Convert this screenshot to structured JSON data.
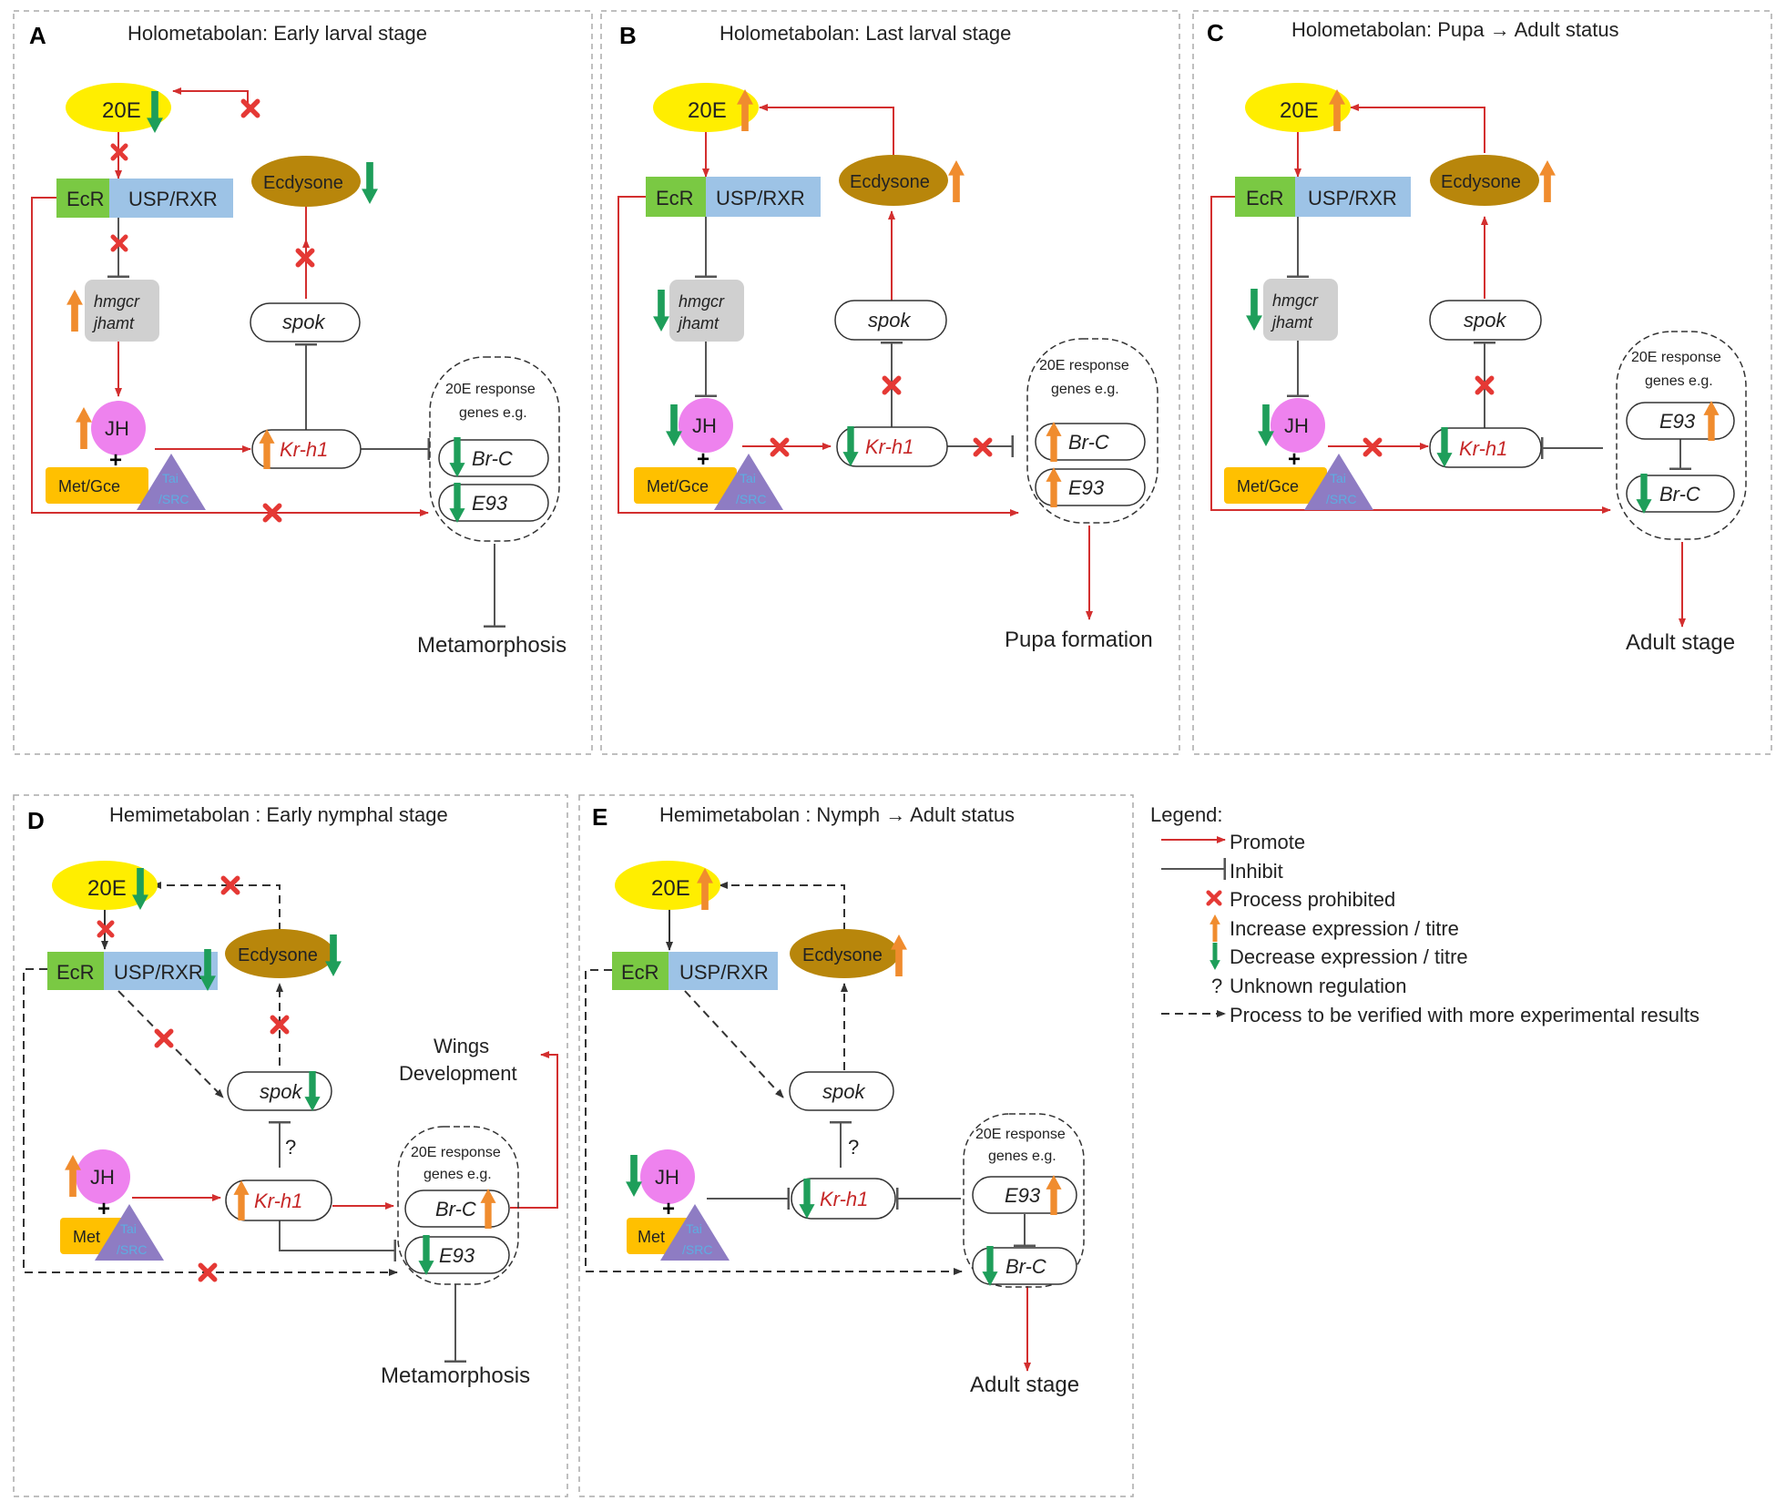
{
  "panels": [
    {
      "letter": "A",
      "title": "Holometabolan:  Early larval stage"
    },
    {
      "letter": "B",
      "title": "Holometabolan:  Last larval stage"
    },
    {
      "letter": "C",
      "title": "Holometabolan: Pupa → Adult status"
    },
    {
      "letter": "D",
      "title": "Hemimetabolan : Early nymphal stage"
    },
    {
      "letter": "E",
      "title": "Hemimetabolan : Nymph → Adult status"
    }
  ],
  "labels": {
    "e20": "20E",
    "ecr": "EcR",
    "usp": "USP/RXR",
    "ecdysone": "Ecdysone",
    "hmgcr": "hmgcr",
    "jhamt": "jhamt",
    "spok": "spok",
    "jh": "JH",
    "metgce": "Met/Gce",
    "met": "Met",
    "tai": "Tai",
    "src": "/SRC",
    "plus": "+",
    "krh1": "Kr-h1",
    "brc": "Br-C",
    "e93": "E93",
    "resp1": "20E response",
    "resp2": "genes e.g.",
    "question": "?"
  },
  "outcomes": {
    "a": "Metamorphosis",
    "b": "Pupa formation",
    "c": "Adult stage",
    "d": "Metamorphosis",
    "e": "Adult stage",
    "wings1": "Wings",
    "wings2": "Development"
  },
  "legend": {
    "title": "Legend:",
    "items": [
      {
        "key": "promote",
        "text": "Promote"
      },
      {
        "key": "inhibit",
        "text": "Inhibit"
      },
      {
        "key": "prohibited",
        "text": "Process prohibited"
      },
      {
        "key": "increase",
        "text": "Increase expression / titre"
      },
      {
        "key": "decrease",
        "text": "Decrease expression / titre"
      },
      {
        "key": "unknown",
        "symbol": "?",
        "text": "Unknown regulation"
      },
      {
        "key": "verify",
        "text": "Process to be verified with more experimental results"
      }
    ]
  },
  "colors": {
    "promote": "#d32f2f",
    "inhibit": "#555555",
    "prohibited": "#e53935",
    "increase": "#f08c2e",
    "decrease": "#1e9e5a",
    "e20": "#ffee00",
    "ecdysone": "#b8860b",
    "ecr": "#7ac943",
    "usp": "#9dc3e6",
    "jh": "#ee82ee",
    "met": "#ffc000",
    "tai": "#8e7cc3",
    "box_gray": "#d0d0d0"
  }
}
